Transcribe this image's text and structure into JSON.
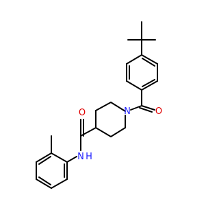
{
  "molecule": {
    "atoms": {
      "ketone_oxygen": "O",
      "amide_oxygen": "O",
      "piperidine_nitrogen": "N",
      "amide_nh": "N",
      "amide_h": "H"
    },
    "colors": {
      "oxygen": "#e00000",
      "nitrogen": "#2020ff",
      "bond": "#000000",
      "background": "#ffffff"
    }
  }
}
